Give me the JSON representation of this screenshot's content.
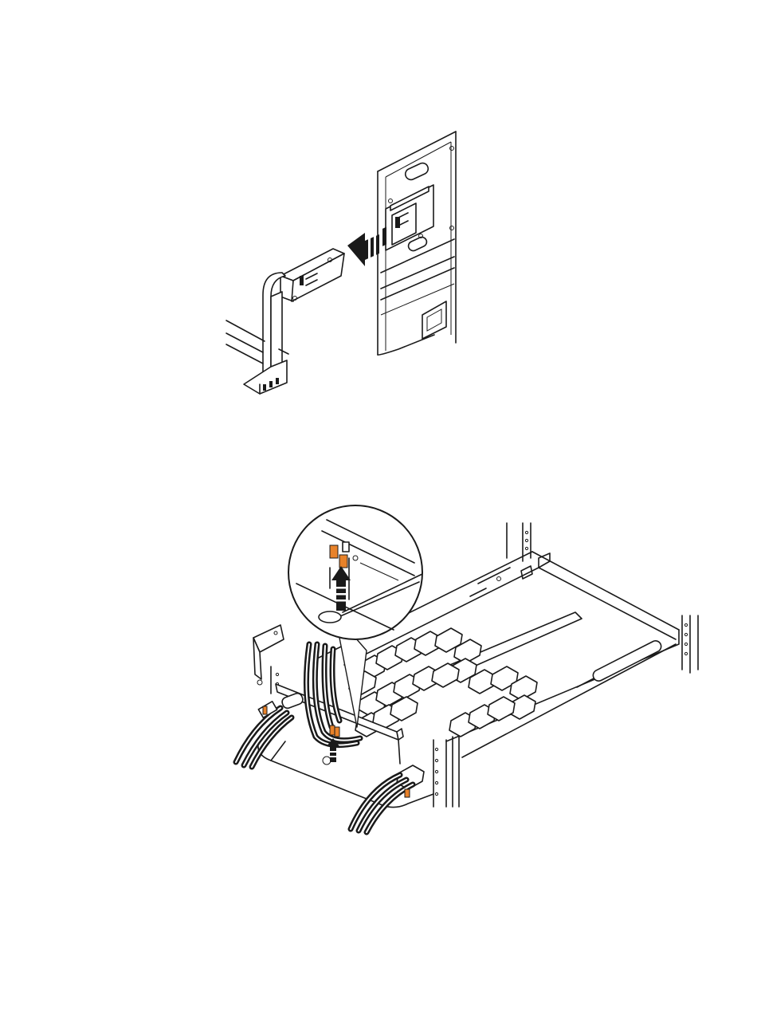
{
  "figures": [
    {
      "step": "detach-cma-bracket",
      "arrow_direction": "left"
    },
    {
      "step": "lift-cable-tab",
      "arrow_direction": "up",
      "detail_callout": true
    }
  ],
  "colors": {
    "line": "#1a1a1a",
    "accent_orange": "#e8822a",
    "shade": "#d9d9d9",
    "background": "#ffffff"
  }
}
